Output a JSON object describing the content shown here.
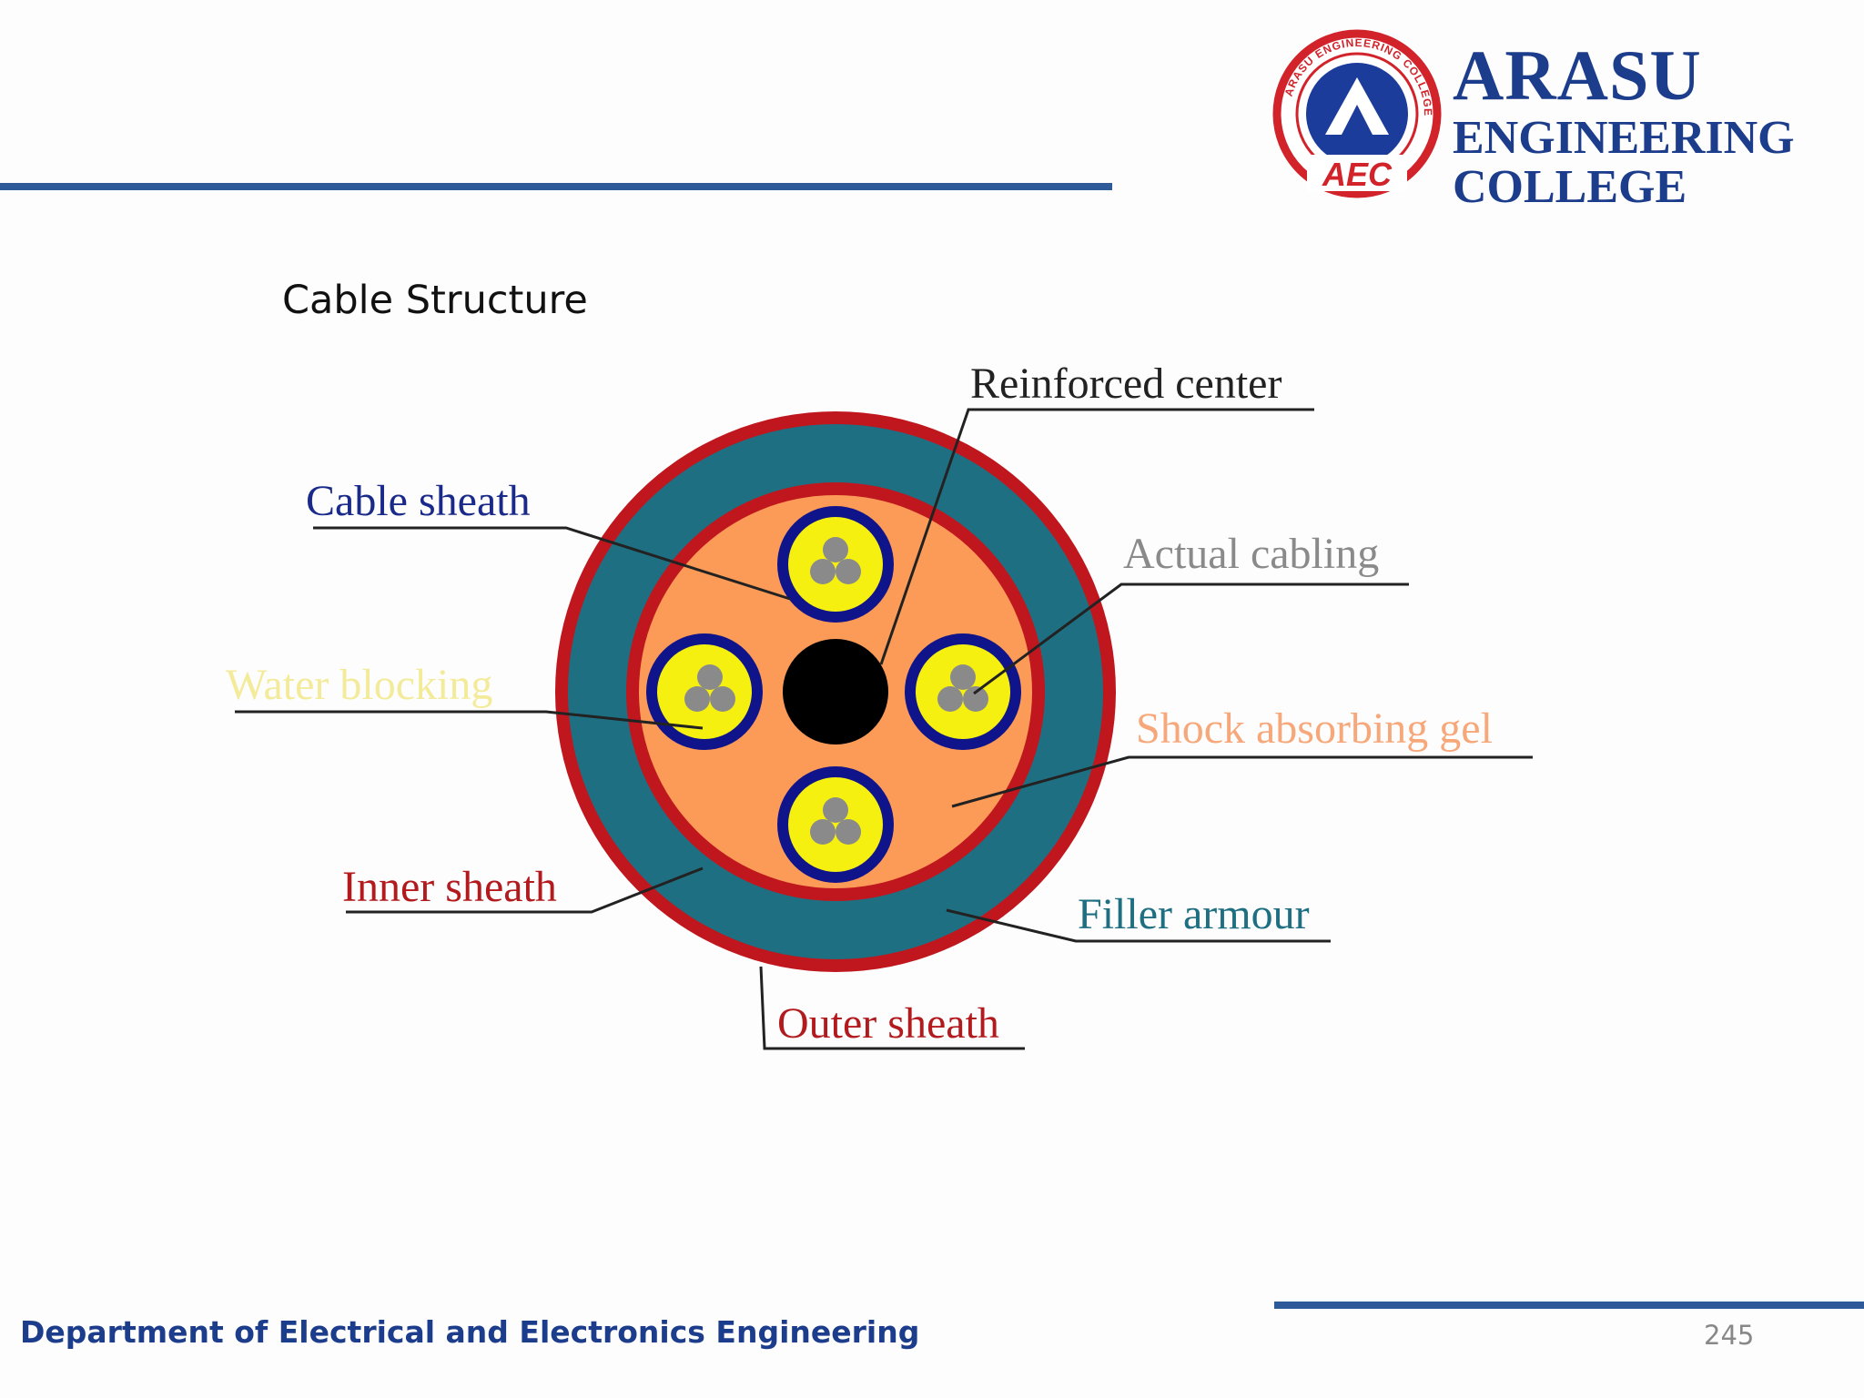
{
  "header": {
    "logo_initials": "AEC",
    "logo_ring_text": "ARASU ENGINEERING COLLEGE",
    "college_line1": "ARASU",
    "college_line2": "ENGINEERING",
    "college_line3": "COLLEGE",
    "colors": {
      "navy": "#1c3c8c",
      "logo_red": "#d2232a",
      "rule_blue": "#2e5a9a"
    }
  },
  "slide": {
    "title": "Cable Structure"
  },
  "diagram": {
    "labels": {
      "reinforced_center": "Reinforced center",
      "cable_sheath": "Cable sheath",
      "actual_cabling": "Actual cabling",
      "water_blocking": "Water blocking",
      "shock_absorbing_gel": "Shock absorbing gel",
      "inner_sheath": "Inner sheath",
      "filler_armour": "Filler armour",
      "outer_sheath": "Outer sheath"
    },
    "colors": {
      "outer_sheath": "#c0161e",
      "filler_armour": "#1f6f82",
      "gel": "#fb9b57",
      "tube_ring": "#10148a",
      "water_blocking": "#f6f010",
      "fiber": "#8a8a8a",
      "center": "#000000"
    }
  },
  "footer": {
    "department": "Department of Electrical and Electronics Engineering",
    "page_number": "245"
  }
}
